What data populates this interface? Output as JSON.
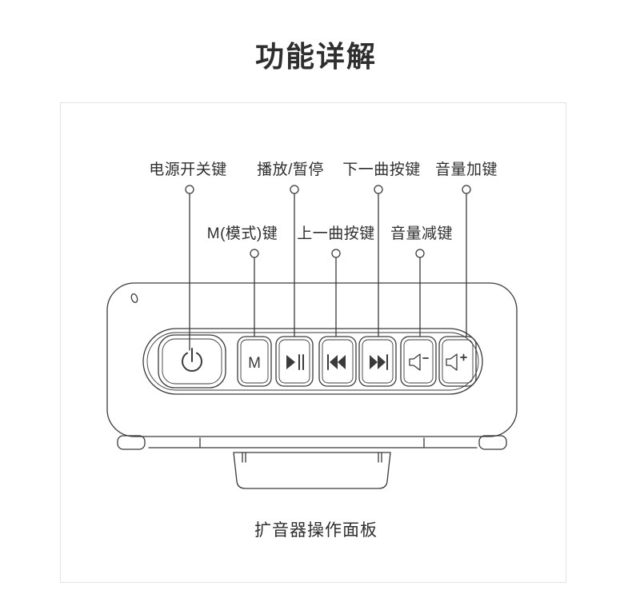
{
  "page": {
    "title": "功能详解",
    "caption": "扩音器操作面板"
  },
  "labels": {
    "power": "电源开关键",
    "play_pause": "播放/暂停",
    "next_track": "下一曲按键",
    "volume_up": "音量加键",
    "mode": "M(模式)键",
    "prev_track": "上一曲按键",
    "volume_down": "音量减键"
  },
  "device": {
    "mode_glyph": "M",
    "icons": [
      "power-icon",
      "mode-m-icon",
      "play-pause-icon",
      "previous-track-icon",
      "next-track-icon",
      "volume-down-icon",
      "volume-up-icon"
    ],
    "line_color": "#3a3a3a"
  }
}
